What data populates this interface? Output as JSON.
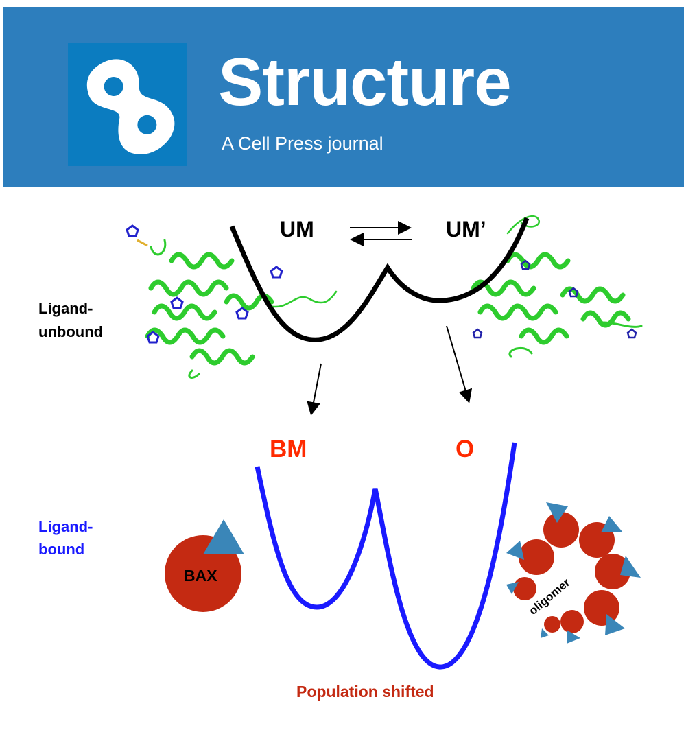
{
  "header": {
    "title": "Structure",
    "subtitle": "A Cell Press journal",
    "colors": {
      "banner": "#2d7ebd",
      "logo_box": "#0b7cc0"
    }
  },
  "diagram": {
    "unbound_row": {
      "label": "Ligand-\nunbound",
      "label_lines": [
        "Ligand-",
        "unbound"
      ],
      "state_left": "UM",
      "state_right": "UM’",
      "curve_color": "#000000",
      "protein_color": "#2ecc2e"
    },
    "bound_row": {
      "label": "Ligand-\nbound",
      "label_lines": [
        "Ligand-",
        "bound"
      ],
      "label_color": "#1a1aff",
      "state_left": "BM",
      "state_right": "O",
      "state_color": "#ff2a00",
      "curve_color": "#1a1aff"
    },
    "bax_label": "BAX",
    "oligomer_label": "oligomer",
    "caption": "Population shifted",
    "colors": {
      "monomer": "#c42a12",
      "ligand": "#3a86b8",
      "caption": "#c42a12"
    }
  }
}
